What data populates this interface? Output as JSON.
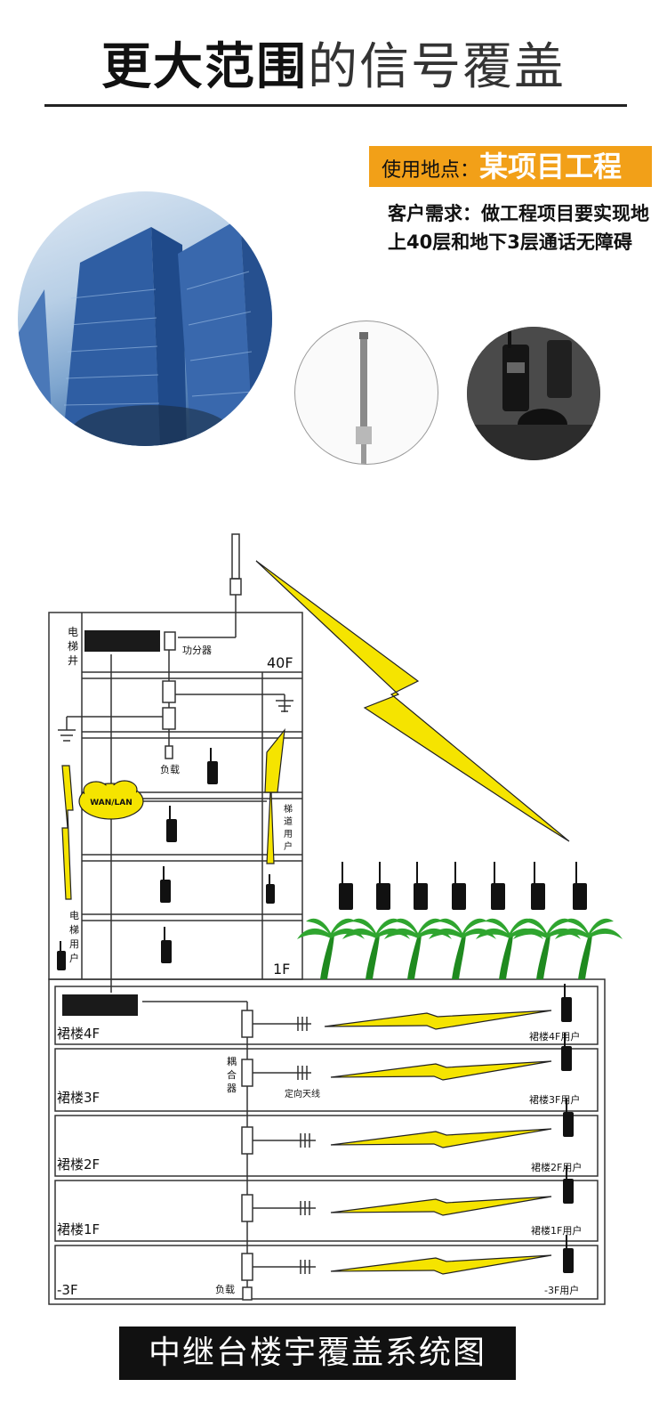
{
  "header": {
    "title_bold": "更大范围",
    "title_light": "的信号覆盖"
  },
  "location": {
    "label": "使用地点：",
    "value": "某项目工程"
  },
  "requirement": "客户需求：做工程项目要实现地上40层和地下3层通话无障碍",
  "diagram": {
    "tower_labels": {
      "elevator_shaft": [
        "电",
        "梯",
        "井"
      ],
      "power_divider": "功分器",
      "floor_40": "40F",
      "load_top": "负载",
      "wan_lan": "WAN/LAN",
      "stair_users": [
        "梯",
        "道",
        "用",
        "户"
      ],
      "elevator_users": [
        "电",
        "梯",
        "用",
        "户"
      ],
      "floor_1": "1F"
    },
    "podium_floors": [
      {
        "name": "裙楼4F",
        "user": "裙楼4F用户"
      },
      {
        "name": "裙楼3F",
        "user": "裙楼3F用户"
      },
      {
        "name": "裙楼2F",
        "user": "裙楼2F用户"
      },
      {
        "name": "裙楼1F",
        "user": "裙楼1F用户"
      },
      {
        "name": "-3F",
        "user": "-3F用户"
      }
    ],
    "coupler": [
      "耦",
      "合",
      "器"
    ],
    "directional_antenna": "定向天线",
    "load_bottom": "负载"
  },
  "footer": {
    "caption": "中继台楼宇覆盖系统图"
  },
  "colors": {
    "accent_orange": "#f2a018",
    "signal_yellow": "#f5e400",
    "palm_green": "#2fa52f",
    "banner_black": "#111111"
  },
  "icons": [
    "building-photo",
    "antenna-photo",
    "radio-photo",
    "walkie-talkie-icon",
    "palm-tree-icon",
    "lightning-signal-icon",
    "repeater-icon",
    "ground-antenna-icon",
    "yagi-antenna-icon"
  ]
}
